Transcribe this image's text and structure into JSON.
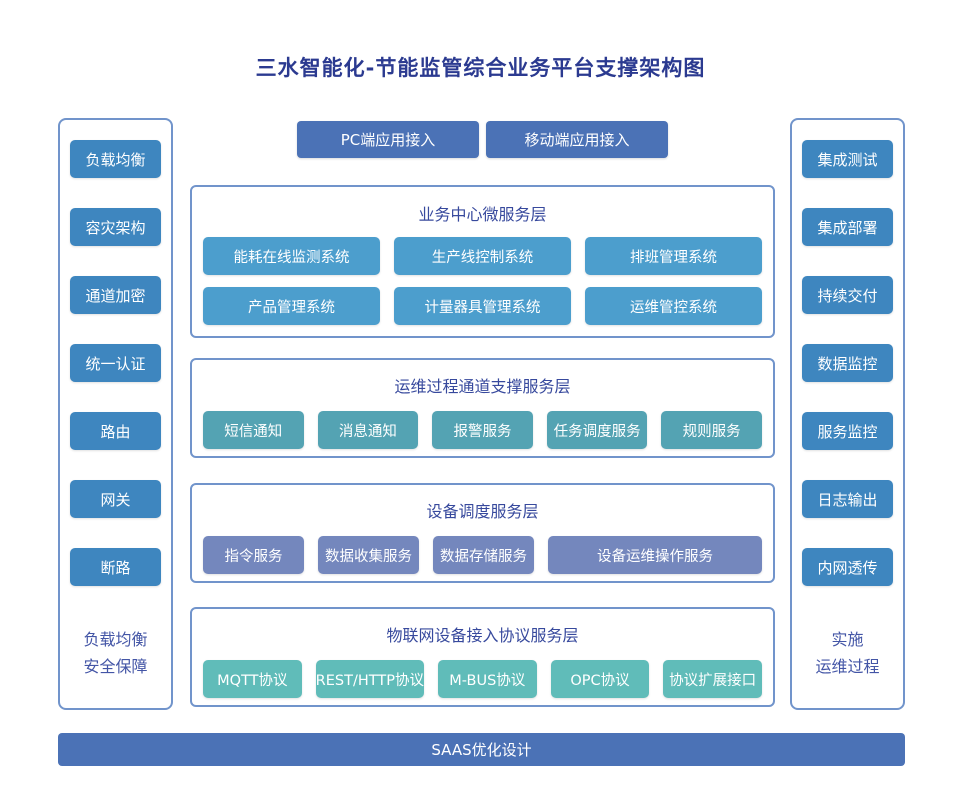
{
  "title": "三水智能化-节能监管综合业务平台支撑架构图",
  "top_buttons": {
    "pc": "PC端应用接入",
    "mobile": "移动端应用接入"
  },
  "left_panel": {
    "items": [
      "负载均衡",
      "容灾架构",
      "通道加密",
      "统一认证",
      "路由",
      "网关",
      "断路"
    ],
    "footer_lines": [
      "负载均衡",
      "安全保障"
    ]
  },
  "right_panel": {
    "items": [
      "集成测试",
      "集成部署",
      "持续交付",
      "数据监控",
      "服务监控",
      "日志输出",
      "内网透传"
    ],
    "footer_lines": [
      "实施",
      "运维过程"
    ]
  },
  "sections": [
    {
      "title": "业务中心微服务层",
      "rows": [
        [
          "能耗在线监测系统",
          "生产线控制系统",
          "排班管理系统"
        ],
        [
          "产品管理系统",
          "计量器具管理系统",
          "运维管控系统"
        ]
      ]
    },
    {
      "title": "运维过程通道支撑服务层",
      "rows": [
        [
          "短信通知",
          "消息通知",
          "报警服务",
          "任务调度服务",
          "规则服务"
        ]
      ]
    },
    {
      "title": "设备调度服务层",
      "rows": [
        [
          "指令服务",
          "数据收集服务",
          "数据存储服务",
          "设备运维操作服务"
        ]
      ]
    },
    {
      "title": "物联网设备接入协议服务层",
      "rows": [
        [
          "MQTT协议",
          "REST/HTTP协议",
          "M-BUS协议",
          "OPC协议",
          "协议扩展接口"
        ]
      ]
    }
  ],
  "bottom_bar": "SAAS优化设计",
  "colors": {
    "title_text": "#2B3A90",
    "section_title_text": "#37499D",
    "panel_footer_text": "#4355A6",
    "container_border": "#7194CB",
    "side_button": "#3E86BF",
    "primary_button": "#4B72B6",
    "business_layer_button": "#4C9ECD",
    "ops_channel_layer_button": "#54A3B3",
    "device_layer_button": "#7487BD",
    "protocol_layer_button": "#60BCB9"
  }
}
